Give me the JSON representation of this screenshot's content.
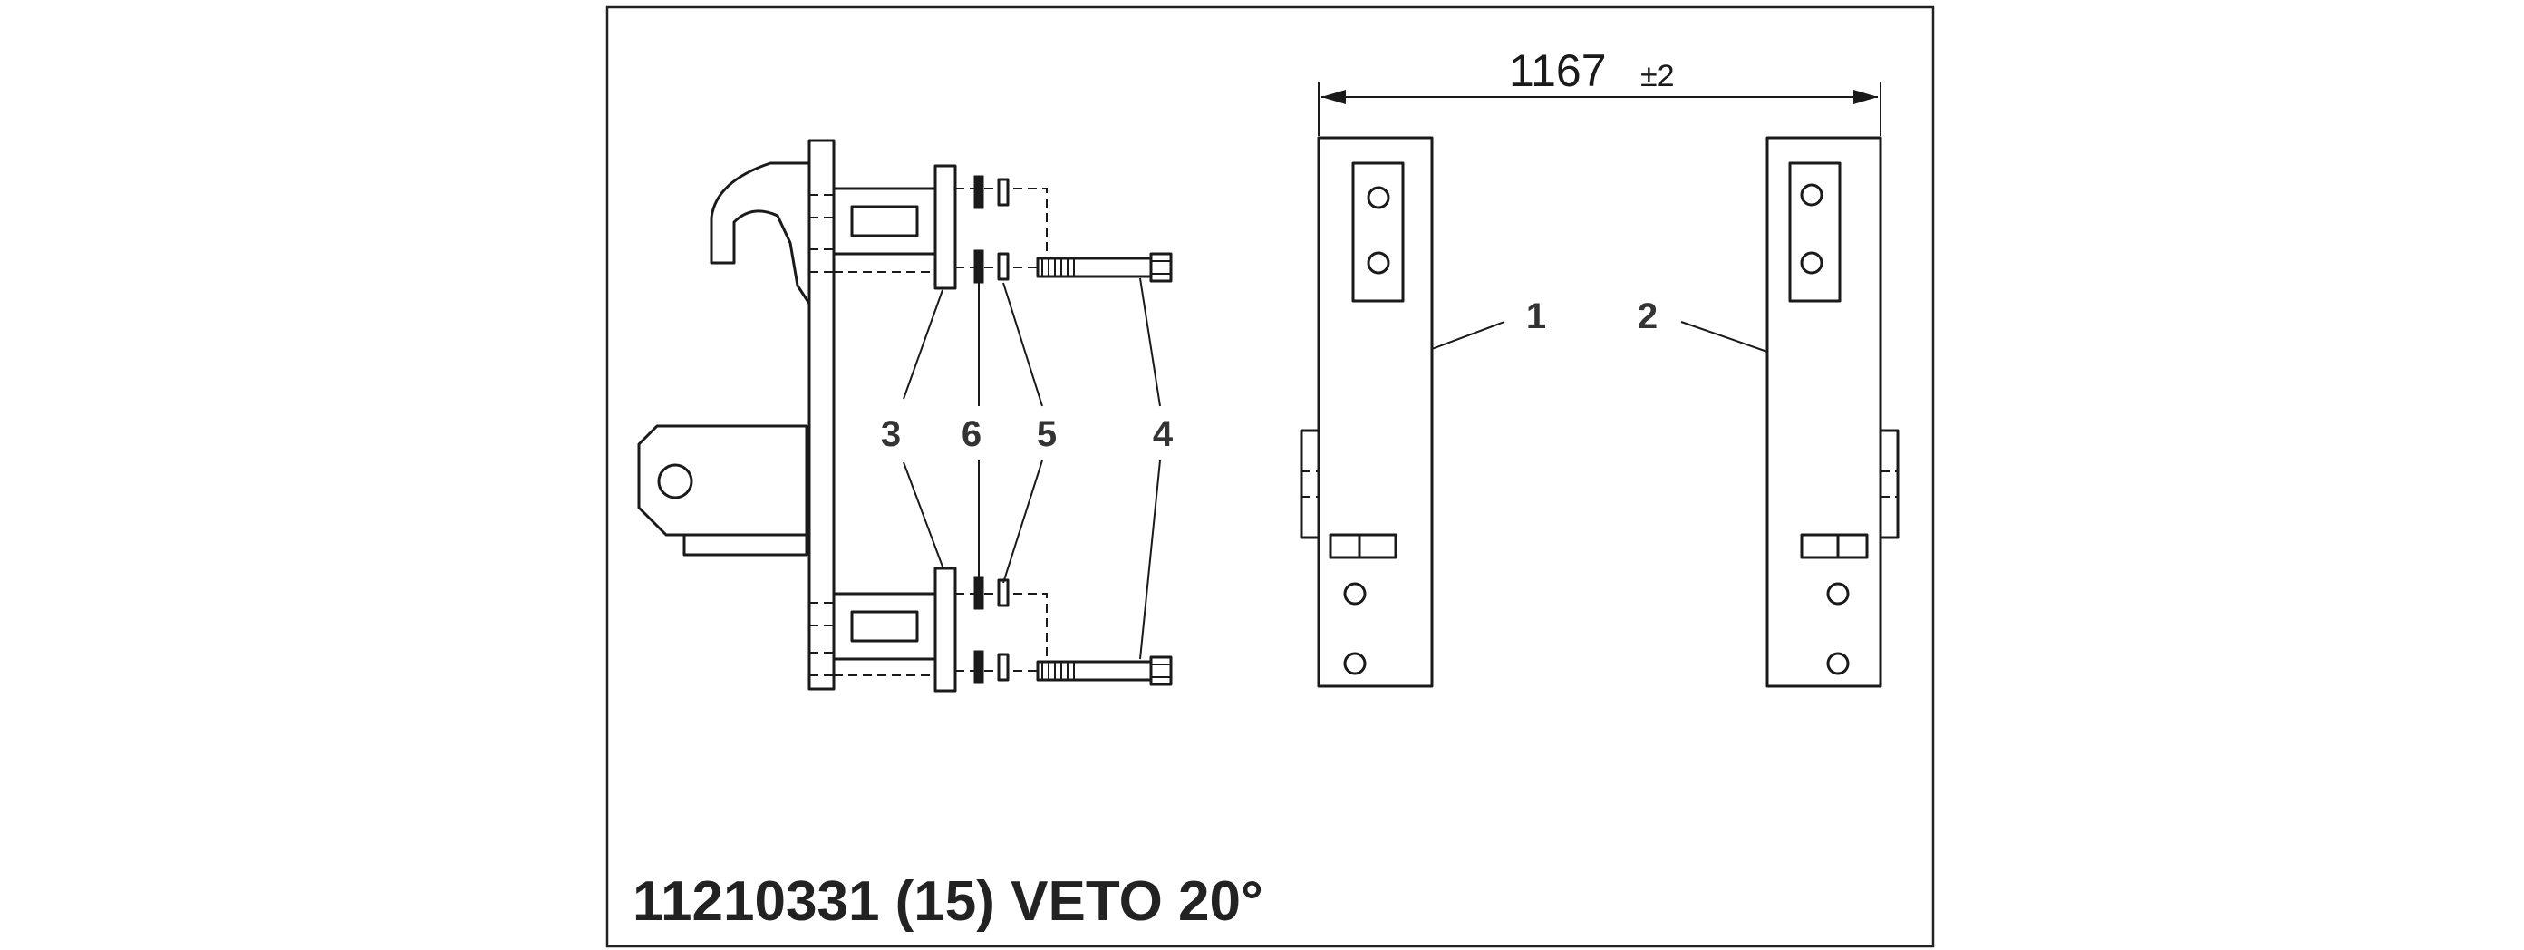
{
  "callouts": {
    "c1": "1",
    "c2": "2",
    "c3": "3",
    "c4": "4",
    "c5": "5",
    "c6": "6"
  },
  "dimension": {
    "value": "1167",
    "tolerance": "±2"
  },
  "title": "11210331 (15) VETO 20°"
}
